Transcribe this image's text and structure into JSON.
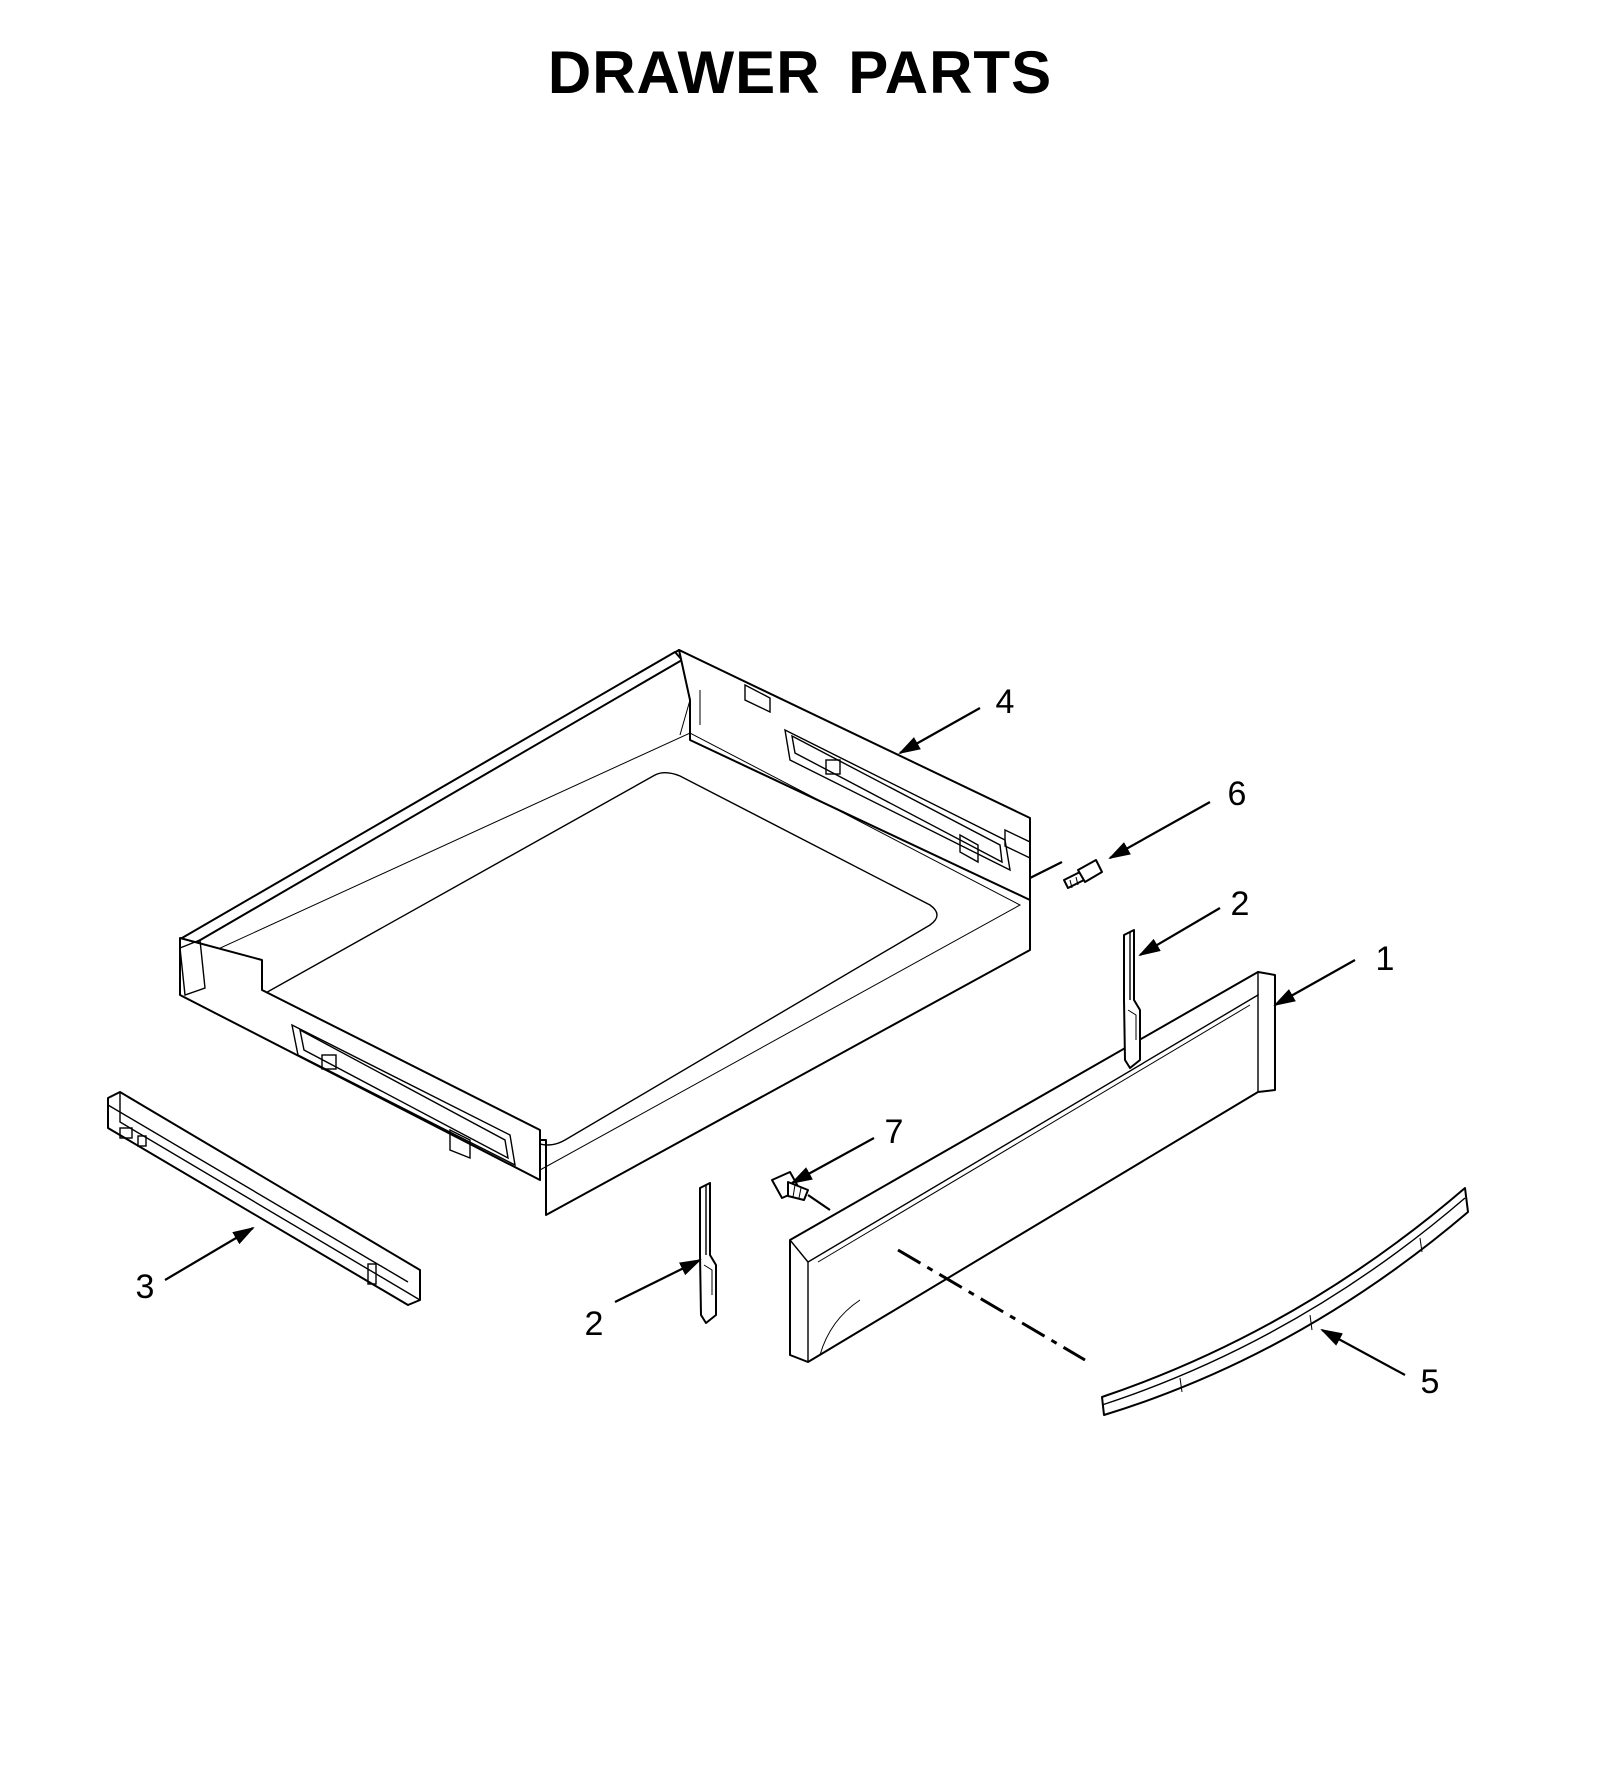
{
  "title": "DRAWER PARTS",
  "callouts": [
    {
      "id": "c1",
      "label": "1"
    },
    {
      "id": "c2a",
      "label": "2"
    },
    {
      "id": "c2b",
      "label": "2"
    },
    {
      "id": "c3",
      "label": "3"
    },
    {
      "id": "c4",
      "label": "4"
    },
    {
      "id": "c5",
      "label": "5"
    },
    {
      "id": "c6",
      "label": "6"
    },
    {
      "id": "c7",
      "label": "7"
    }
  ],
  "colors": {
    "ink": "#000000",
    "paper": "#ffffff"
  }
}
